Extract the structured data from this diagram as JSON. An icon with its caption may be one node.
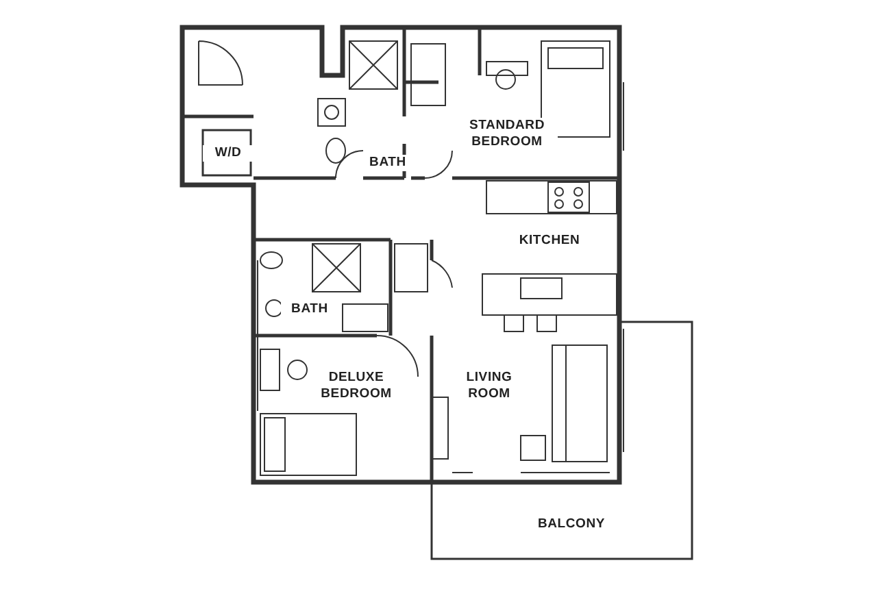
{
  "diagram": {
    "labels": [
      "W/D",
      "BATH",
      "STANDARD BEDROOM",
      "KITCHEN",
      "BATH",
      "DELUXE BEDROOM",
      "LIVING ROOM",
      "BALCONY"
    ]
  }
}
